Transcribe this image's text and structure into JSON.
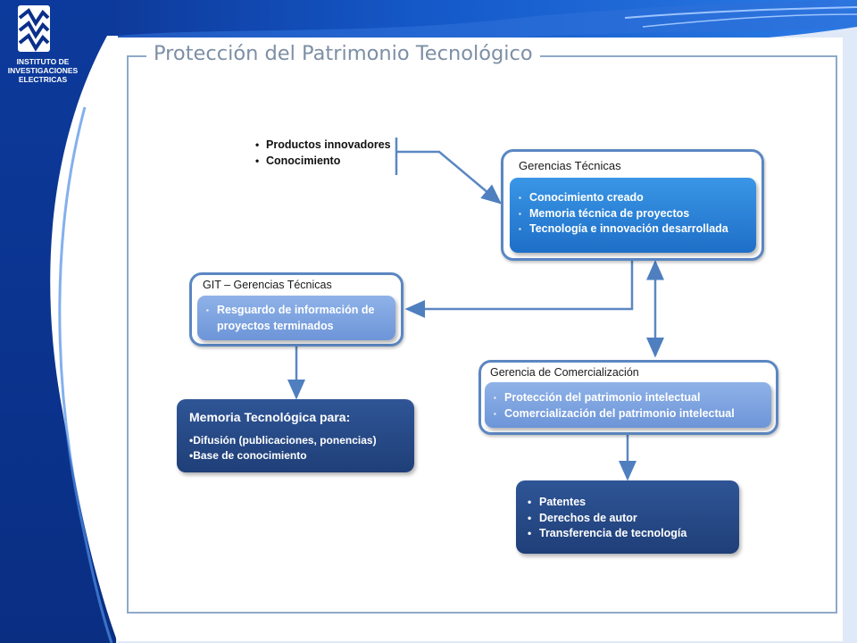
{
  "header": {
    "logo_lines": [
      "INSTITUTO DE",
      "INVESTIGACIONES",
      "ELECTRICAS"
    ],
    "slide_title": "Protección del Patrimonio Tecnológico"
  },
  "inputs": {
    "items": [
      "Productos innovadores",
      "Conocimiento"
    ]
  },
  "gerencias_tecnicas": {
    "title": "Gerencias Técnicas",
    "items": [
      "Conocimiento creado",
      "Memoria técnica de proyectos",
      "Tecnología e innovación desarrollada"
    ]
  },
  "git": {
    "title": "GIT – Gerencias Técnicas",
    "item_line1": "Resguardo de información de",
    "item_line2": "proyectos terminados"
  },
  "comercializacion": {
    "title": "Gerencia de Comercialización",
    "items": [
      "Protección del patrimonio intelectual",
      "Comercialización del patrimonio intelectual"
    ]
  },
  "memoria": {
    "title": "Memoria Tecnológica para:",
    "items": [
      "•Difusión (publicaciones, ponencias)",
      "•Base de conocimiento"
    ]
  },
  "resultados": {
    "items": [
      "Patentes",
      "Derechos de autor",
      "Transferencia de tecnología"
    ]
  },
  "colors": {
    "accent_blue": "#1e6fc7",
    "dark_blue": "#1f3f78",
    "frame": "#8fa9c8",
    "title_grey": "#7d8fa6"
  }
}
